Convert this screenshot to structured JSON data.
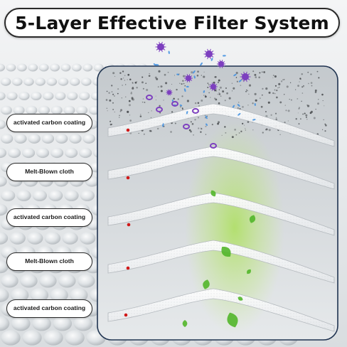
{
  "title": "5-Layer Effective Filter System",
  "layers": [
    {
      "label": "activated carbon coating"
    },
    {
      "label": "Melt-Blown cloth"
    },
    {
      "label": "activated carbon coating"
    },
    {
      "label": "Melt-Blown cloth"
    },
    {
      "label": "activated carbon coating"
    }
  ],
  "colors": {
    "panel_border": "#1f3350",
    "title_border": "#2a2a2a",
    "dot": "#d01818",
    "virus": "#7d3fbf",
    "particle_blue": "#3f8fe0",
    "green_glow": "#8ed43a",
    "leaf": "#52b62a"
  }
}
